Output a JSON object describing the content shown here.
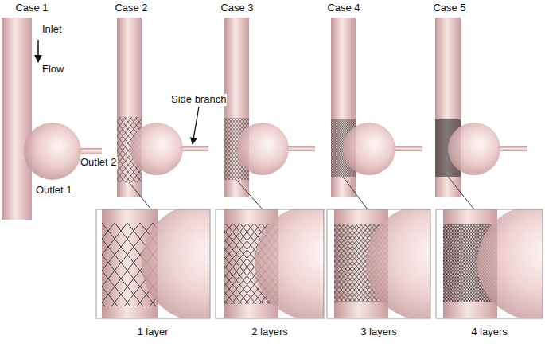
{
  "diagram": {
    "labels": [
      "Case 1",
      "Case 2",
      "Case 3",
      "Case 4",
      "Case 5",
      "Inlet",
      "Flow",
      "Side branch",
      "Outlet 2",
      "Outlet 1",
      "1 layer",
      "2 layers",
      "3 layers",
      "4 layers"
    ]
  }
}
